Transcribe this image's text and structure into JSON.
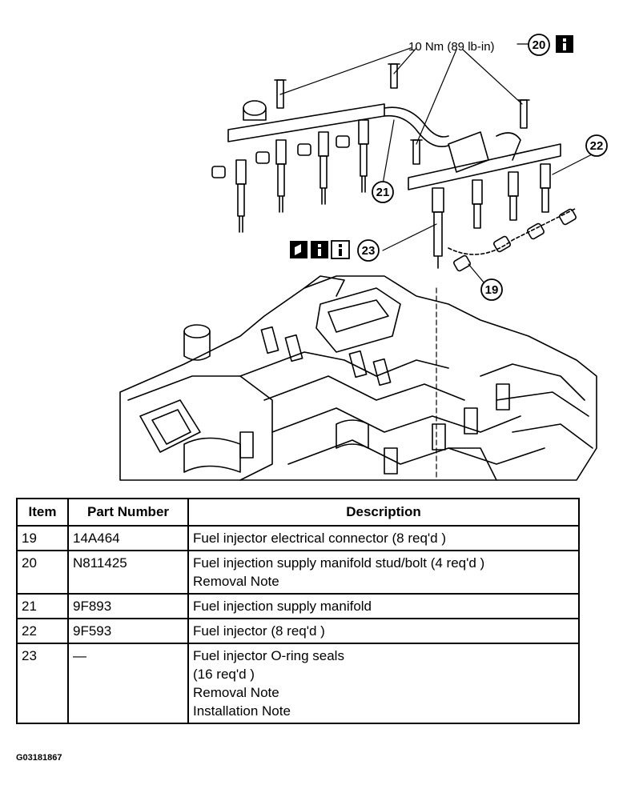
{
  "diagram": {
    "torque_label": "10 Nm (89 lb-in)",
    "callouts": [
      "19",
      "20",
      "21",
      "22",
      "23"
    ],
    "info_icons": [
      "info-icon",
      "manual-icon"
    ]
  },
  "table": {
    "headers": [
      "Item",
      "Part Number",
      "Description"
    ],
    "rows": [
      {
        "item": "19",
        "part": "14A464",
        "desc": [
          "Fuel injector electrical connector (8 req'd )"
        ]
      },
      {
        "item": "20",
        "part": "N811425",
        "desc": [
          "Fuel injection supply manifold stud/bolt (4 req'd )",
          "Removal Note"
        ]
      },
      {
        "item": "21",
        "part": "9F893",
        "desc": [
          "Fuel injection supply manifold"
        ]
      },
      {
        "item": "22",
        "part": "9F593",
        "desc": [
          "Fuel injector (8 req'd )"
        ]
      },
      {
        "item": "23",
        "part": "—",
        "desc": [
          "Fuel injector O-ring seals",
          "(16 req'd )",
          "Removal Note",
          "Installation Note"
        ]
      }
    ]
  },
  "figure_id": "G03181867"
}
